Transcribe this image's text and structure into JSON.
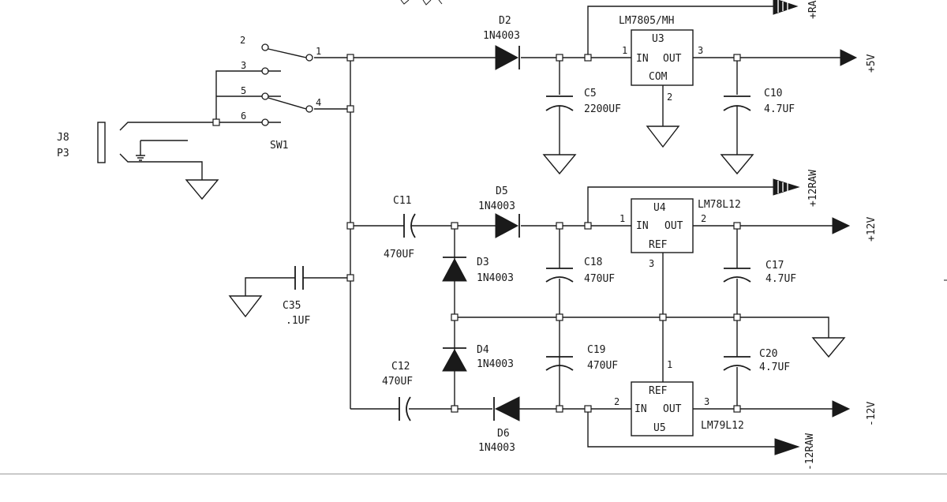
{
  "schematic": {
    "components": {
      "d2": {
        "ref": "D2",
        "value": "1N4003"
      },
      "d5": {
        "ref": "D5",
        "value": "1N4003"
      },
      "d3": {
        "ref": "D3",
        "value": "1N4003"
      },
      "d4": {
        "ref": "D4",
        "value": "1N4003"
      },
      "d6": {
        "ref": "D6",
        "value": "1N4003"
      },
      "u3": {
        "ref": "U3",
        "part": "LM7805/MH",
        "pin_in": "IN",
        "pin_out": "OUT",
        "pin_com": "COM",
        "n_in": "1",
        "n_out": "3",
        "n_com": "2"
      },
      "u4": {
        "ref": "U4",
        "part": "LM78L12",
        "pin_in": "IN",
        "pin_out": "OUT",
        "pin_ref": "REF",
        "n_in": "1",
        "n_out": "2",
        "n_ref": "3"
      },
      "u5": {
        "ref": "U5",
        "part": "LM79L12",
        "pin_in": "IN",
        "pin_out": "OUT",
        "pin_ref": "REF",
        "n_in": "2",
        "n_out": "3",
        "n_ref": "1"
      },
      "c5": {
        "ref": "C5",
        "value": "2200UF"
      },
      "c10": {
        "ref": "C10",
        "value": "4.7UF"
      },
      "c11": {
        "ref": "C11",
        "value": "470UF"
      },
      "c12": {
        "ref": "C12",
        "value": "470UF"
      },
      "c17": {
        "ref": "C17",
        "value": "4.7UF"
      },
      "c18": {
        "ref": "C18",
        "value": "470UF"
      },
      "c19": {
        "ref": "C19",
        "value": "470UF"
      },
      "c20": {
        "ref": "C20",
        "value": "4.7UF"
      },
      "c35": {
        "ref": "C35",
        "value": ".1UF"
      },
      "j8": {
        "ref": "J8",
        "value": "P3"
      },
      "sw1": {
        "ref": "SW1",
        "pins": [
          "2",
          "1",
          "3",
          "5",
          "4",
          "6"
        ]
      }
    },
    "nets": {
      "plus5v": "+5V",
      "plus12v": "+12V",
      "minus12v": "-12V",
      "plus12raw": "+12RAW",
      "minus12raw": "-12RAW",
      "top_raw": "+RA"
    }
  }
}
